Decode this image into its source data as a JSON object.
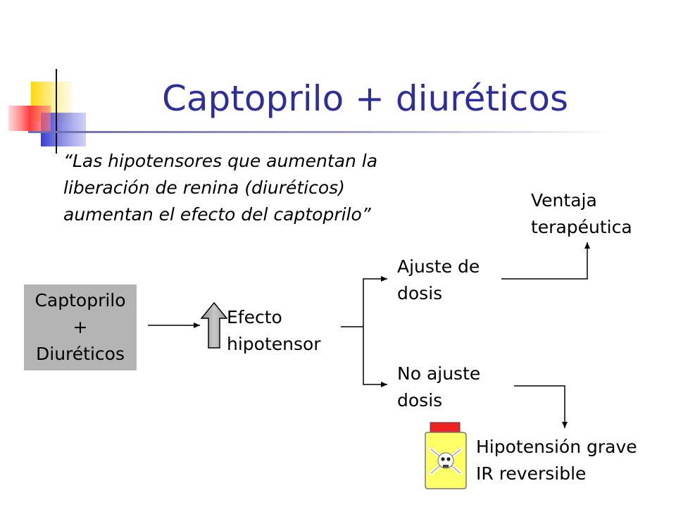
{
  "title": "Captoprilo + diuréticos",
  "quote": {
    "line1": "“Las hipotensores que aumentan la",
    "line2": "liberación de renina (diuréticos)",
    "line3": "aumentan el efecto del captoprilo”"
  },
  "start_box": {
    "line1": "Captoprilo",
    "line2": "+",
    "line3": "Diuréticos"
  },
  "effect": {
    "line1": "Efecto",
    "line2": "hipotensor"
  },
  "branch_adjust": {
    "line1": "Ajuste de",
    "line2": "dosis"
  },
  "branch_no_adjust": {
    "line1": "No ajuste",
    "line2": "dosis"
  },
  "outcome_benefit": {
    "line1": "Ventaja",
    "line2": "terapéutica"
  },
  "outcome_risk": {
    "line1": "Hipotensión grave",
    "line2": "IR reversible"
  },
  "colors": {
    "title": "#2e2e9a",
    "box_fill": "#b4b4b4",
    "up_arrow_fill": "#b0b0b0",
    "bottle_body": "#ffff66",
    "bottle_cap": "#ee2222",
    "deco_yellow": "#ffd700",
    "deco_blue": "#3a3ad0",
    "deco_red": "#ff3b3b"
  },
  "icons": [
    "up-arrow-icon",
    "poison-bottle-icon",
    "skull-crossbones-icon"
  ]
}
